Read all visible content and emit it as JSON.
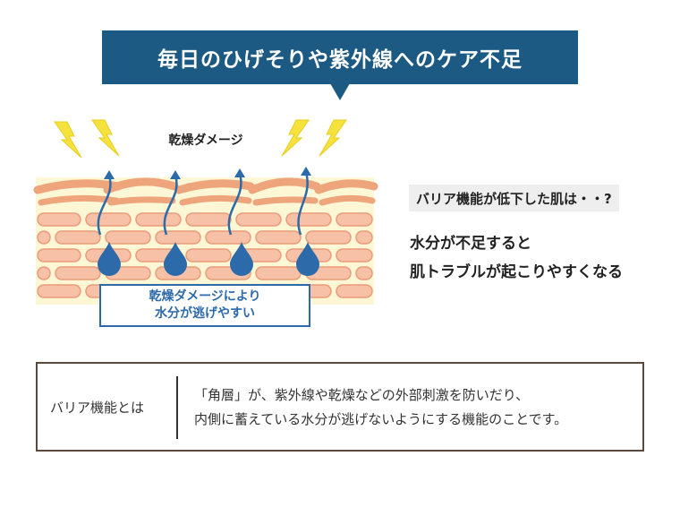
{
  "banner": {
    "title": "毎日のひげそりや紫外線へのケア不足"
  },
  "diagram": {
    "damage_label": "乾燥ダメージ",
    "callout_lines": [
      "乾燥ダメージにより",
      "水分が逃げやすい"
    ],
    "colors": {
      "skin_background": "#fdf7d6",
      "skin_layer": "#eea57c",
      "cell_fill": "#f7c1a8",
      "cell_stroke": "#ea9c78",
      "water_drop": "#2d6aa9",
      "lightning": "#f6e23c"
    },
    "icons": [
      "lightning-icon",
      "water-drop-icon",
      "arrow-up-icon"
    ]
  },
  "side": {
    "tag": "バリア機能が低下した肌は・・?",
    "effect_lines": [
      "水分が不足すると",
      "肌トラブルが起こりやすくなる"
    ]
  },
  "definition": {
    "term": "バリア機能とは",
    "text_lines": [
      "「角層」が、紫外線や乾燥などの外部刺激を防いだり、",
      "内側に蓄えている水分が逃げないようにする機能のことです。"
    ]
  }
}
